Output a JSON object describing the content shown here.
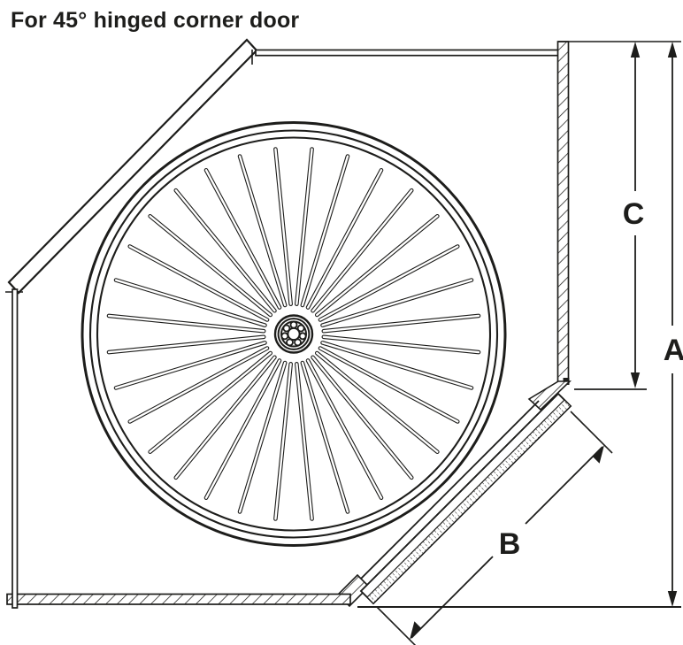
{
  "title": "For 45° hinged corner door",
  "labels": {
    "dim_a": "A",
    "dim_b": "B",
    "dim_c": "C"
  },
  "wheel": {
    "spoke_count": 32,
    "spoke_angle_offset_deg": 5.625,
    "bearing_ball_count": 7
  },
  "colors": {
    "line": "#1d1d1b",
    "background": "#ffffff"
  }
}
